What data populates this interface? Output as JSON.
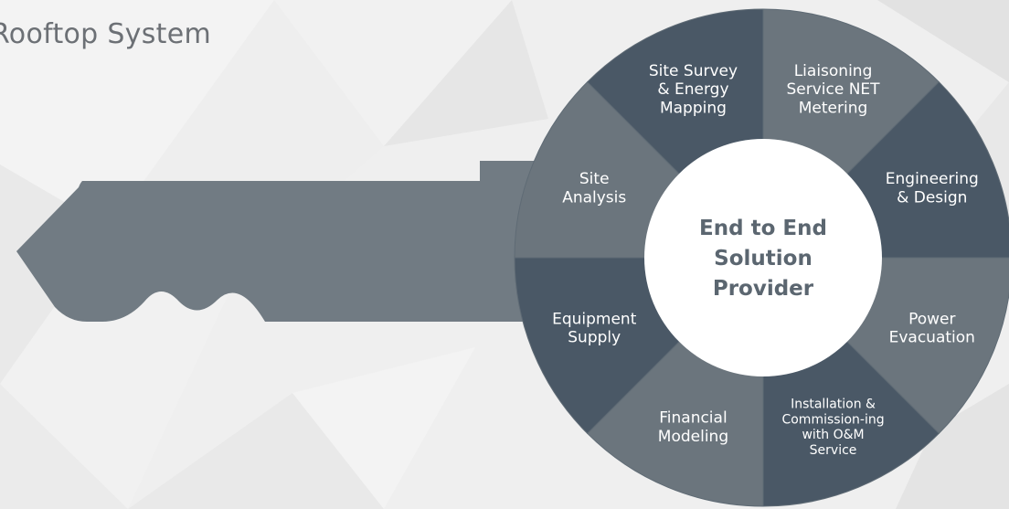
{
  "title": "Rooftop System",
  "center": {
    "lines": [
      "End to End",
      "Solution",
      "Provider"
    ]
  },
  "segments": [
    {
      "lines": [
        "Liaisoning",
        "Service NET",
        "Metering"
      ],
      "tone": "light"
    },
    {
      "lines": [
        "Engineering",
        "& Design"
      ],
      "tone": "dark"
    },
    {
      "lines": [
        "Power",
        "Evacuation"
      ],
      "tone": "light"
    },
    {
      "lines": [
        "Installation &",
        "Commission-ing",
        "with O&M",
        "Service"
      ],
      "tone": "dark"
    },
    {
      "lines": [
        "Financial",
        "Modeling"
      ],
      "tone": "light"
    },
    {
      "lines": [
        "Equipment",
        "Supply"
      ],
      "tone": "dark"
    },
    {
      "lines": [
        "Site",
        "Analysis"
      ],
      "tone": "light"
    },
    {
      "lines": [
        "Site Survey",
        "& Energy",
        "Mapping"
      ],
      "tone": "dark"
    }
  ],
  "colors": {
    "background": "#efefef",
    "key_body": "#717b83",
    "segment_light": "#6b757d",
    "segment_dark": "#4a5866",
    "divider": "#5f6b75",
    "center_fill": "#ffffff",
    "center_text": "#5b6670",
    "title": "#6c7075"
  }
}
